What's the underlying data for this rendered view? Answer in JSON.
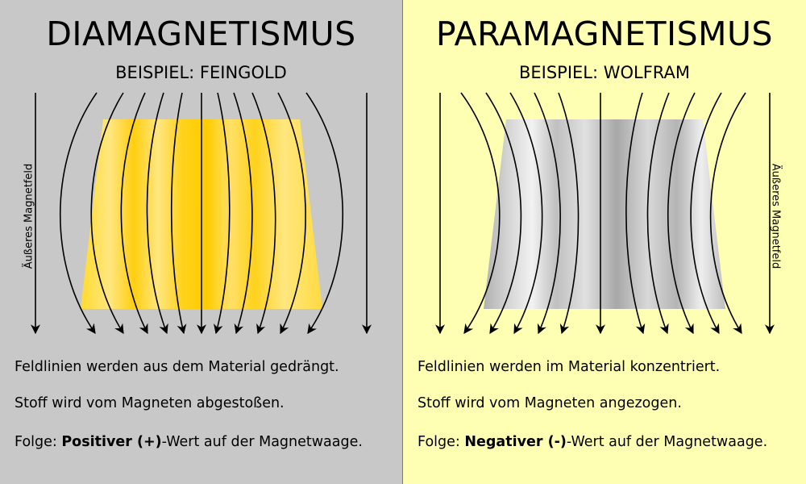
{
  "panels": [
    {
      "title": "DIAMAGNETISMUS",
      "subtitle": "BEISPIEL: FEINGOLD",
      "field_label": "Äußeres Magnetfeld",
      "lines": [
        "Feldlinien werden aus dem Material gedrängt.",
        "Stoff wird vom Magneten abgestoßen."
      ],
      "result_prefix": "Folge: ",
      "result_bold": "Positiver (+)",
      "result_suffix": "-Wert auf der Magnetwaage."
    },
    {
      "title": "PARAMAGNETISMUS",
      "subtitle": "BEISPIEL: WOLFRAM",
      "field_label": "Äußeres Magnetfeld",
      "lines": [
        "Feldlinien werden im Material konzentriert.",
        "Stoff wird vom Magneten angezogen."
      ],
      "result_prefix": "Folge: ",
      "result_bold": "Negativer (-)",
      "result_suffix": "-Wert auf der Magnetwaage."
    }
  ],
  "colors": {
    "left_background": "#c8c8c8",
    "right_background": "#ffffb4",
    "gold_light": "#ffe680",
    "gold_dark": "#ffcc00",
    "tungsten_light": "#efefef",
    "tungsten_dark": "#a8a8a8",
    "field_line": "#000000"
  }
}
